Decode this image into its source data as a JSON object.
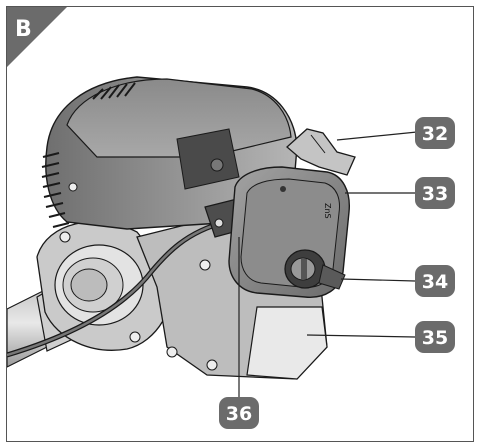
{
  "figure_tag": "B",
  "callouts": [
    {
      "id": "callout-32",
      "number": "32"
    },
    {
      "id": "callout-33",
      "number": "33"
    },
    {
      "id": "callout-34",
      "number": "34"
    },
    {
      "id": "callout-35",
      "number": "35"
    },
    {
      "id": "callout-36",
      "number": "36"
    }
  ],
  "colors": {
    "callout_bg": "#6b6b6b",
    "tag_bg": "#6b6b6b",
    "engine_light": "#d9d9d9",
    "engine_mid": "#9e9e9e",
    "engine_dark": "#555555",
    "outline": "#1a1a1a"
  }
}
